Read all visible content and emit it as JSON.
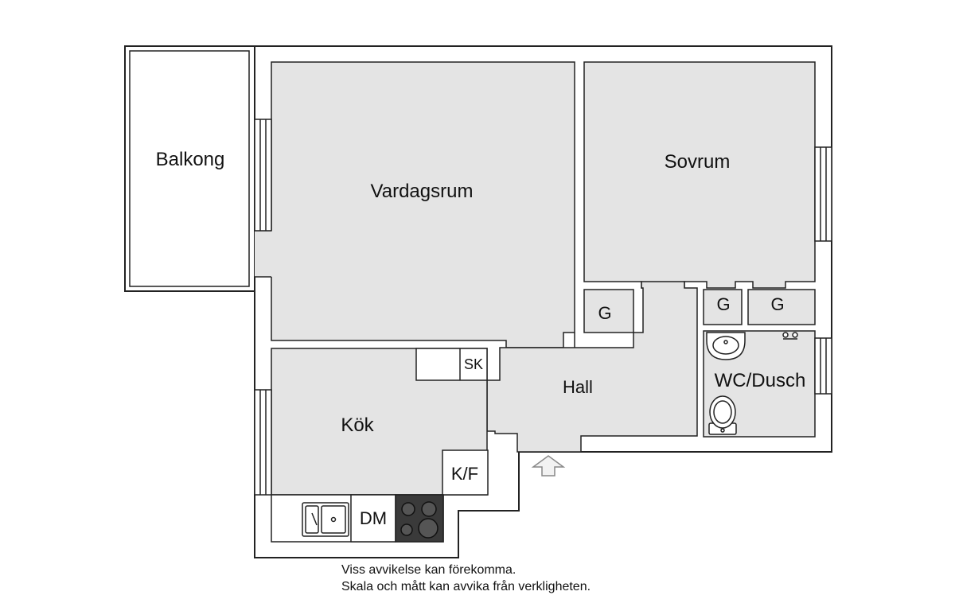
{
  "rooms": {
    "balcony": "Balkong",
    "living_room": "Vardagsrum",
    "bedroom": "Sovrum",
    "kitchen": "Kök",
    "hall": "Hall",
    "bathroom": "WC/Dusch",
    "closet_hall": "G",
    "closet_1": "G",
    "closet_2": "G"
  },
  "fixtures": {
    "cleaning_closet": "SK",
    "fridge_freezer": "K/F",
    "dishwasher": "DM"
  },
  "disclaimer": {
    "line1": "Viss avvikelse kan förekomma.",
    "line2": "Skala och mått kan avvika från verkligheten."
  },
  "colors": {
    "floor": "#e4e4e4",
    "wall": "#ffffff",
    "outline": "#222222",
    "stove": "#3a3a3a"
  }
}
